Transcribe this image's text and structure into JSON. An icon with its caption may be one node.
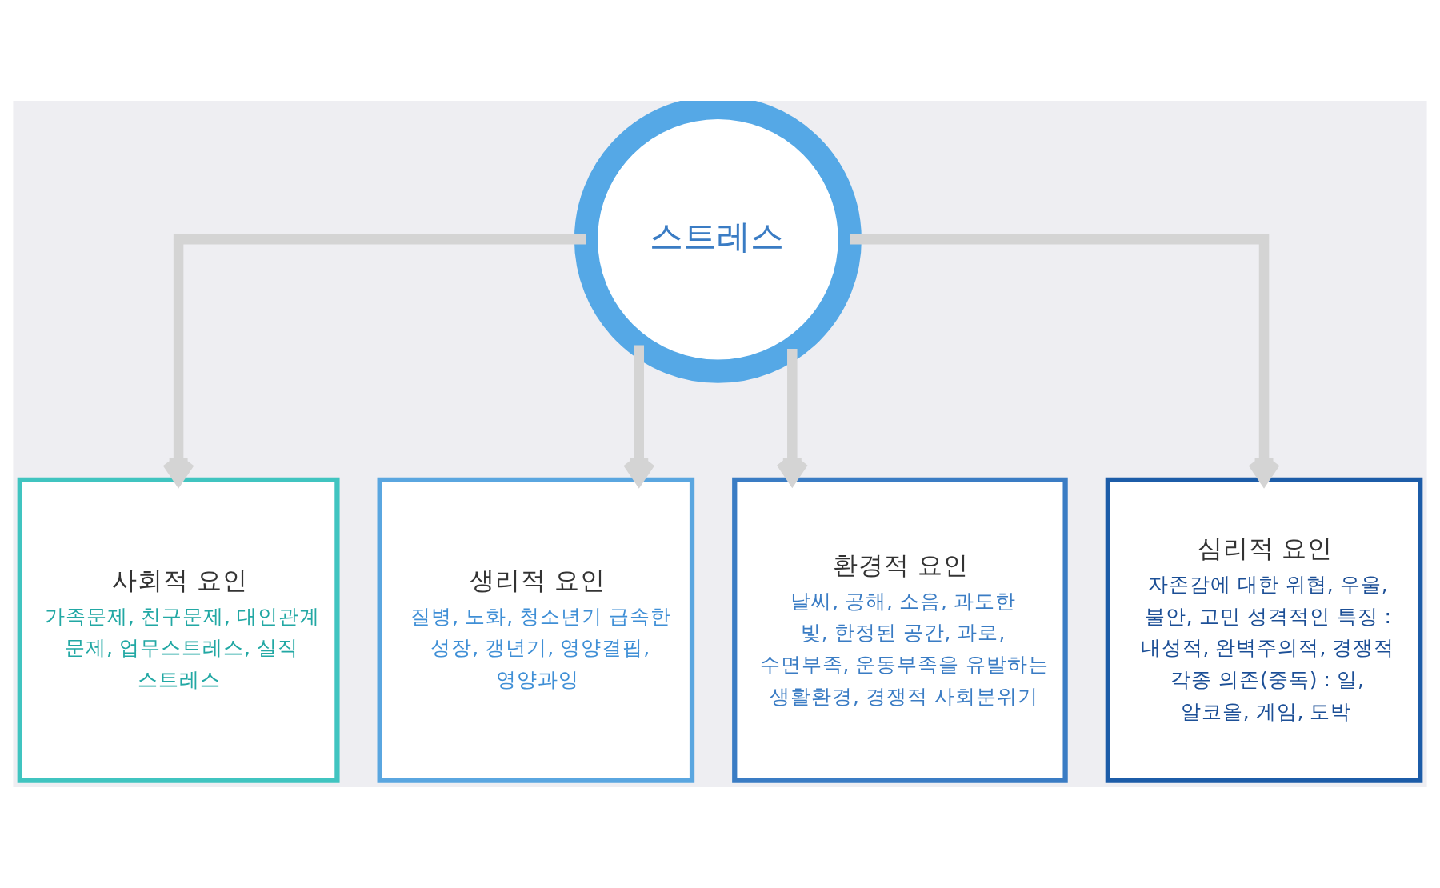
{
  "diagram": {
    "nodes": [
      {
        "text": [
          "스트레스"
        ]
      },
      {
        "text": [
          "사회적 요인",
          "가족문제, 친구문제, 대인관계 문제, 업무스트레스, 실직 스트레스"
        ]
      },
      {
        "text": [
          "생리적 요인",
          "질병, 노화, 청소년기 급속한 성장, 갱년기, 영양결핍, 영양과잉"
        ]
      },
      {
        "text": [
          "환경적 요인",
          "날씨, 공해, 소음, 과도한 빛, 한정된 공간, 과로, 수면부족, 운동부족을 유발하는 생활환경, 경쟁적 사회분위기"
        ]
      },
      {
        "text": [
          "심리적 요인",
          "자존감에 대한 위협, 우울, 불안, 고민 성격적인 특징 : 내성적, 완벽주의적, 경쟁적 각종 의존(중독) : 일, 알코올, 게임, 도박"
        ]
      }
    ],
    "edges": [
      {
        "from": 0,
        "to": 1,
        "arrow": "to"
      },
      {
        "from": 0,
        "to": 2,
        "arrow": "to"
      },
      {
        "from": 0,
        "to": 3,
        "arrow": "to"
      },
      {
        "from": 0,
        "to": 4,
        "arrow": "to"
      }
    ]
  }
}
